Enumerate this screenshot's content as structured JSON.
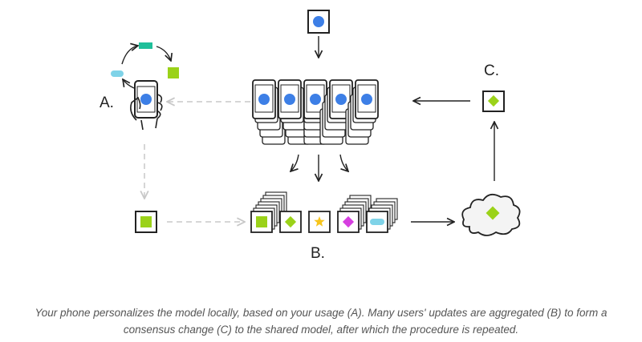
{
  "diagram": {
    "title": "Federated learning cycle",
    "labels": {
      "a": "A.",
      "b": "B.",
      "c": "C."
    },
    "colors": {
      "stroke": "#222222",
      "dashed": "#c8c8c8",
      "blue": "#3d7fe6",
      "green": "#9bd219",
      "teal": "#1fbf9a",
      "cyan": "#7fd3e8",
      "yellow": "#f7c51c",
      "magenta": "#d63fe0",
      "cloud_fill": "#f4f4f4"
    },
    "loop_shapes": [
      "teal-rect",
      "green-square",
      "cyan-pill"
    ],
    "update_cards": [
      "green-square",
      "green-diamond",
      "yellow-star",
      "magenta-diamond",
      "cyan-pill"
    ],
    "phone_count": 5
  },
  "caption": {
    "line1": "Your phone personalizes the model locally, based on your usage (A). Many users' updates are aggregated (B) to form a",
    "line2": "consensus change (C) to the shared model, after which the procedure is repeated."
  }
}
